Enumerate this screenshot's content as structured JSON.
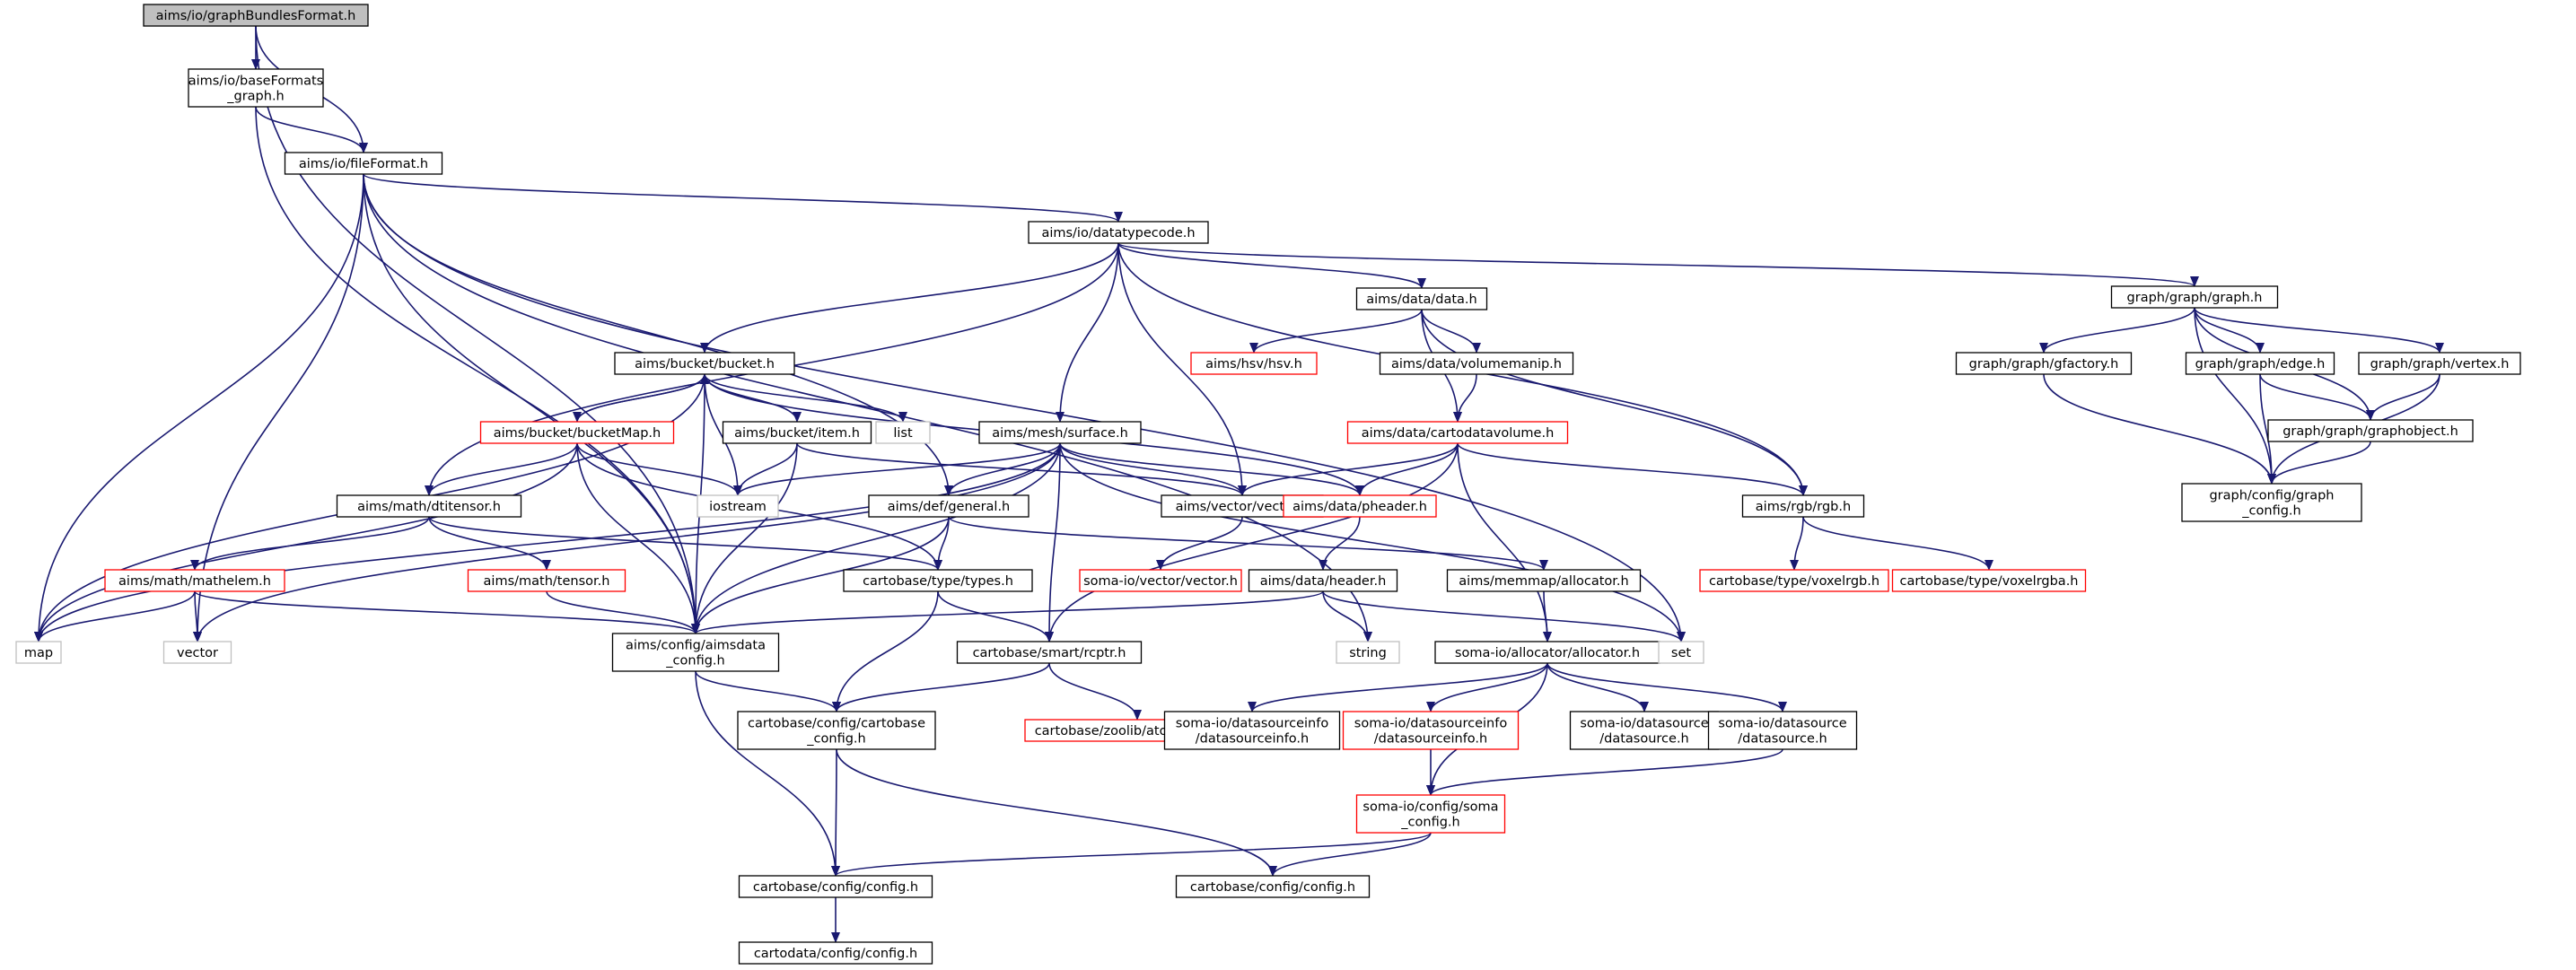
{
  "colors": {
    "edge": "#191970",
    "node_border_normal": "#000000",
    "node_border_missing": "#ff0000",
    "node_border_system": "#bfbfbf",
    "root_fill": "#bfbfbf",
    "node_fill": "#ffffff"
  },
  "graph": {
    "nodes": [
      {
        "id": "root",
        "label": "aims/io/graphBundlesFormat.h",
        "kind": "root"
      },
      {
        "id": "baseFormats",
        "label": "aims/io/baseFormats\n_graph.h",
        "kind": "normal"
      },
      {
        "id": "fileFormat",
        "label": "aims/io/fileFormat.h",
        "kind": "normal"
      },
      {
        "id": "datatypecode",
        "label": "aims/io/datatypecode.h",
        "kind": "normal"
      },
      {
        "id": "datadata",
        "label": "aims/data/data.h",
        "kind": "normal"
      },
      {
        "id": "graphgraph",
        "label": "graph/graph/graph.h",
        "kind": "normal"
      },
      {
        "id": "gfactory",
        "label": "graph/graph/gfactory.h",
        "kind": "normal"
      },
      {
        "id": "gedge",
        "label": "graph/graph/edge.h",
        "kind": "normal"
      },
      {
        "id": "gvertex",
        "label": "graph/graph/vertex.h",
        "kind": "normal"
      },
      {
        "id": "gobject",
        "label": "graph/graph/graphobject.h",
        "kind": "normal"
      },
      {
        "id": "gconfig",
        "label": "graph/config/graph\n_config.h",
        "kind": "normal"
      },
      {
        "id": "bucket",
        "label": "aims/bucket/bucket.h",
        "kind": "normal"
      },
      {
        "id": "hsv",
        "label": "aims/hsv/hsv.h",
        "kind": "missing"
      },
      {
        "id": "volumemanip",
        "label": "aims/data/volumemanip.h",
        "kind": "normal"
      },
      {
        "id": "bucketMap",
        "label": "aims/bucket/bucketMap.h",
        "kind": "missing"
      },
      {
        "id": "bitem",
        "label": "aims/bucket/item.h",
        "kind": "normal"
      },
      {
        "id": "list",
        "label": "list",
        "kind": "system"
      },
      {
        "id": "surface",
        "label": "aims/mesh/surface.h",
        "kind": "normal"
      },
      {
        "id": "cartodatavolume",
        "label": "aims/data/cartodatavolume.h",
        "kind": "missing"
      },
      {
        "id": "dtitensor",
        "label": "aims/math/dtitensor.h",
        "kind": "normal"
      },
      {
        "id": "iostream",
        "label": "iostream",
        "kind": "system"
      },
      {
        "id": "general",
        "label": "aims/def/general.h",
        "kind": "normal"
      },
      {
        "id": "vector3",
        "label": "aims/vector/vector.h",
        "kind": "normal"
      },
      {
        "id": "pheader",
        "label": "aims/data/pheader.h",
        "kind": "missing"
      },
      {
        "id": "rgb",
        "label": "aims/rgb/rgb.h",
        "kind": "normal"
      },
      {
        "id": "mathelem",
        "label": "aims/math/mathelem.h",
        "kind": "missing"
      },
      {
        "id": "tensor",
        "label": "aims/math/tensor.h",
        "kind": "missing"
      },
      {
        "id": "types",
        "label": "cartobase/type/types.h",
        "kind": "normal"
      },
      {
        "id": "somavector",
        "label": "soma-io/vector/vector.h",
        "kind": "missing"
      },
      {
        "id": "header",
        "label": "aims/data/header.h",
        "kind": "normal"
      },
      {
        "id": "memmap",
        "label": "aims/memmap/allocator.h",
        "kind": "normal"
      },
      {
        "id": "voxelrgb",
        "label": "cartobase/type/voxelrgb.h",
        "kind": "missing"
      },
      {
        "id": "voxelrgba",
        "label": "cartobase/type/voxelrgba.h",
        "kind": "missing"
      },
      {
        "id": "map",
        "label": "map",
        "kind": "system"
      },
      {
        "id": "vector",
        "label": "vector",
        "kind": "system"
      },
      {
        "id": "aimsdataconfig",
        "label": "aims/config/aimsdata\n_config.h",
        "kind": "normal"
      },
      {
        "id": "rcptr",
        "label": "cartobase/smart/rcptr.h",
        "kind": "normal"
      },
      {
        "id": "string",
        "label": "string",
        "kind": "system"
      },
      {
        "id": "allocator",
        "label": "soma-io/allocator/allocator.h",
        "kind": "normal"
      },
      {
        "id": "set",
        "label": "set",
        "kind": "system"
      },
      {
        "id": "cartobaseconfig",
        "label": "cartobase/config/cartobase\n_config.h",
        "kind": "normal"
      },
      {
        "id": "atomiccount",
        "label": "cartobase/zoolib/atomiccount.h",
        "kind": "missing"
      },
      {
        "id": "dsinfo1",
        "label": "soma-io/datasourceinfo\n/datasourceinfo.h",
        "kind": "normal"
      },
      {
        "id": "dsinfo2",
        "label": "soma-io/datasourceinfo\n/datasourceinfo.h",
        "kind": "missing"
      },
      {
        "id": "ds1",
        "label": "soma-io/datasource\n/datasource.h",
        "kind": "normal"
      },
      {
        "id": "ds2",
        "label": "soma-io/datasource\n/datasource.h",
        "kind": "normal"
      },
      {
        "id": "somaconfig",
        "label": "soma-io/config/soma\n_config.h",
        "kind": "missing"
      },
      {
        "id": "cbconfig1",
        "label": "cartobase/config/config.h",
        "kind": "normal"
      },
      {
        "id": "cbconfig2",
        "label": "cartobase/config/config.h",
        "kind": "normal"
      },
      {
        "id": "cdconfig",
        "label": "cartodata/config/config.h",
        "kind": "normal"
      }
    ],
    "edges": [
      [
        "root",
        "baseFormats"
      ],
      [
        "root",
        "fileFormat"
      ],
      [
        "root",
        "aimsdataconfig"
      ],
      [
        "baseFormats",
        "fileFormat"
      ],
      [
        "baseFormats",
        "aimsdataconfig"
      ],
      [
        "fileFormat",
        "datatypecode"
      ],
      [
        "fileFormat",
        "map"
      ],
      [
        "fileFormat",
        "vector"
      ],
      [
        "fileFormat",
        "aimsdataconfig"
      ],
      [
        "fileFormat",
        "general"
      ],
      [
        "fileFormat",
        "set"
      ],
      [
        "fileFormat",
        "string"
      ],
      [
        "datatypecode",
        "datadata"
      ],
      [
        "datatypecode",
        "graphgraph"
      ],
      [
        "datatypecode",
        "bucket"
      ],
      [
        "datatypecode",
        "surface"
      ],
      [
        "datatypecode",
        "vector3"
      ],
      [
        "datatypecode",
        "rgb"
      ],
      [
        "datatypecode",
        "dtitensor"
      ],
      [
        "datadata",
        "hsv"
      ],
      [
        "datadata",
        "volumemanip"
      ],
      [
        "datadata",
        "cartodatavolume"
      ],
      [
        "datadata",
        "rgb"
      ],
      [
        "graphgraph",
        "gfactory"
      ],
      [
        "graphgraph",
        "gedge"
      ],
      [
        "graphgraph",
        "gvertex"
      ],
      [
        "graphgraph",
        "gobject"
      ],
      [
        "graphgraph",
        "gconfig"
      ],
      [
        "gfactory",
        "gconfig"
      ],
      [
        "gedge",
        "gobject"
      ],
      [
        "gedge",
        "gconfig"
      ],
      [
        "gvertex",
        "gobject"
      ],
      [
        "gvertex",
        "gconfig"
      ],
      [
        "gobject",
        "gconfig"
      ],
      [
        "bucket",
        "bucketMap"
      ],
      [
        "bucket",
        "bitem"
      ],
      [
        "bucket",
        "list"
      ],
      [
        "bucket",
        "iostream"
      ],
      [
        "bucket",
        "map"
      ],
      [
        "bucket",
        "aimsdataconfig"
      ],
      [
        "bucket",
        "pheader"
      ],
      [
        "bucketMap",
        "bucket"
      ],
      [
        "bucketMap",
        "dtitensor"
      ],
      [
        "bucketMap",
        "iostream"
      ],
      [
        "bucketMap",
        "map"
      ],
      [
        "bucketMap",
        "aimsdataconfig"
      ],
      [
        "bucketMap",
        "types"
      ],
      [
        "bitem",
        "iostream"
      ],
      [
        "bitem",
        "vector3"
      ],
      [
        "bitem",
        "aimsdataconfig"
      ],
      [
        "volumemanip",
        "cartodatavolume"
      ],
      [
        "cartodatavolume",
        "vector3"
      ],
      [
        "cartodatavolume",
        "pheader"
      ],
      [
        "cartodatavolume",
        "rgb"
      ],
      [
        "cartodatavolume",
        "rcptr"
      ],
      [
        "cartodatavolume",
        "allocator"
      ],
      [
        "surface",
        "general"
      ],
      [
        "surface",
        "vector3"
      ],
      [
        "surface",
        "pheader"
      ],
      [
        "surface",
        "iostream"
      ],
      [
        "surface",
        "map"
      ],
      [
        "surface",
        "vector"
      ],
      [
        "surface",
        "aimsdataconfig"
      ],
      [
        "surface",
        "rcptr"
      ],
      [
        "surface",
        "set"
      ],
      [
        "dtitensor",
        "mathelem"
      ],
      [
        "dtitensor",
        "tensor"
      ],
      [
        "dtitensor",
        "types"
      ],
      [
        "mathelem",
        "map"
      ],
      [
        "mathelem",
        "vector"
      ],
      [
        "mathelem",
        "aimsdataconfig"
      ],
      [
        "tensor",
        "aimsdataconfig"
      ],
      [
        "general",
        "types"
      ],
      [
        "general",
        "aimsdataconfig"
      ],
      [
        "general",
        "memmap"
      ],
      [
        "vector3",
        "somavector"
      ],
      [
        "pheader",
        "header"
      ],
      [
        "header",
        "string"
      ],
      [
        "header",
        "set"
      ],
      [
        "header",
        "aimsdataconfig"
      ],
      [
        "memmap",
        "allocator"
      ],
      [
        "rgb",
        "voxelrgb"
      ],
      [
        "rgb",
        "voxelrgba"
      ],
      [
        "types",
        "rcptr"
      ],
      [
        "types",
        "cartobaseconfig"
      ],
      [
        "rcptr",
        "cartobaseconfig"
      ],
      [
        "rcptr",
        "atomiccount"
      ],
      [
        "aimsdataconfig",
        "cartobaseconfig"
      ],
      [
        "aimsdataconfig",
        "cbconfig1"
      ],
      [
        "cartobaseconfig",
        "cbconfig1"
      ],
      [
        "cartobaseconfig",
        "cbconfig2"
      ],
      [
        "allocator",
        "dsinfo1"
      ],
      [
        "allocator",
        "dsinfo2"
      ],
      [
        "allocator",
        "ds1"
      ],
      [
        "allocator",
        "ds2"
      ],
      [
        "allocator",
        "somaconfig"
      ],
      [
        "dsinfo2",
        "somaconfig"
      ],
      [
        "ds2",
        "somaconfig"
      ],
      [
        "somaconfig",
        "cbconfig1"
      ],
      [
        "somaconfig",
        "cbconfig2"
      ],
      [
        "cbconfig1",
        "cdconfig"
      ]
    ]
  }
}
